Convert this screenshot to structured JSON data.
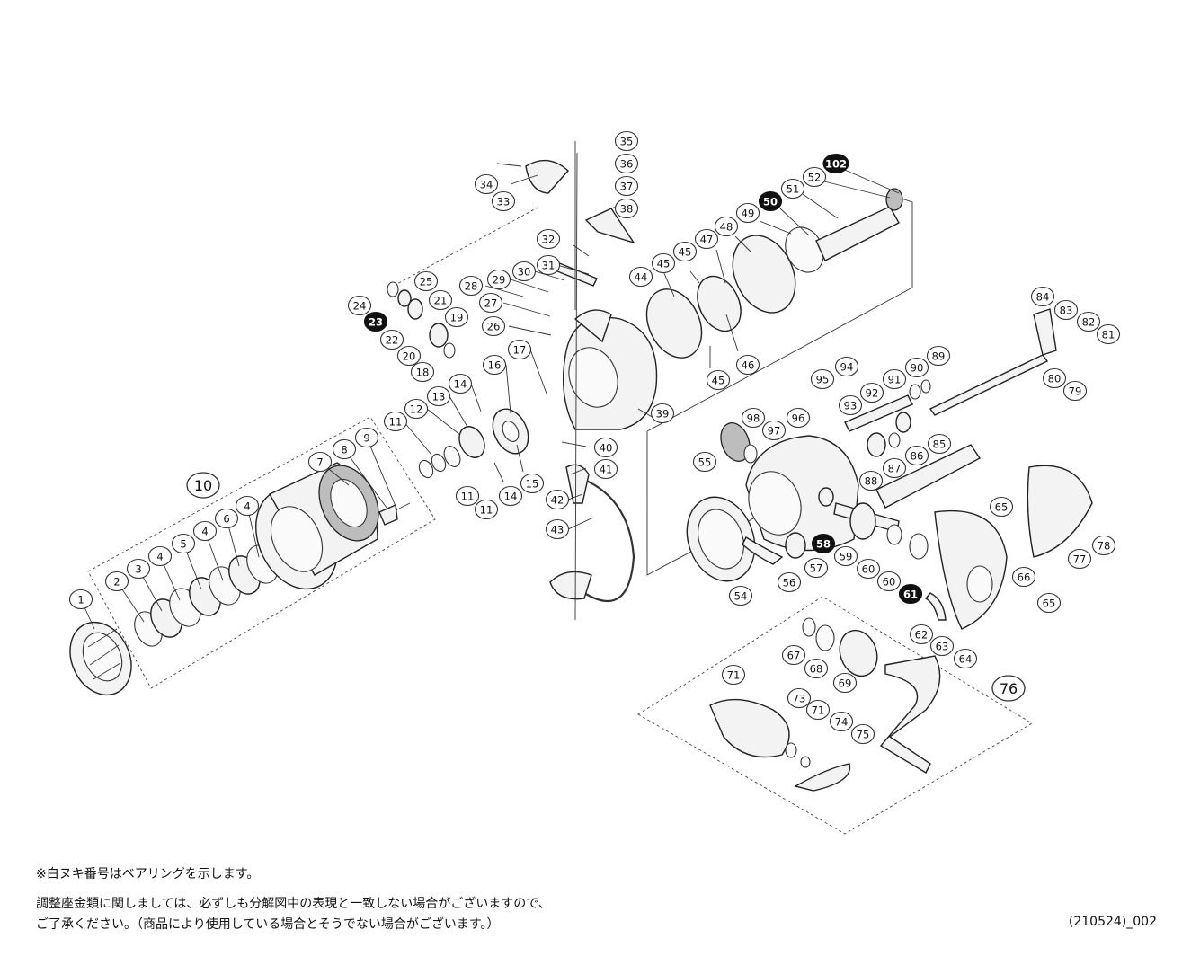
{
  "footer": {
    "note_bearing": "※白ヌキ番号はベアリングを示します。",
    "note_line1": "調整座金類に関しましては、必ずしも分解図中の表現と一致しない場合がございますので、",
    "note_line2": "ご了承ください。（商品により使用している場合とそうでない場合がございます。）",
    "doc_code": "(210524)_002"
  },
  "groups": [
    "10",
    "76"
  ],
  "parts": [
    "1",
    "2",
    "3",
    "4",
    "5",
    "6",
    "7",
    "8",
    "9",
    "11",
    "12",
    "13",
    "14",
    "15",
    "16",
    "17",
    "18",
    "19",
    "20",
    "21",
    "22",
    "23",
    "24",
    "25",
    "26",
    "27",
    "28",
    "29",
    "30",
    "31",
    "32",
    "33",
    "34",
    "35",
    "36",
    "37",
    "38",
    "39",
    "40",
    "41",
    "42",
    "43",
    "44",
    "45",
    "46",
    "47",
    "48",
    "49",
    "50",
    "51",
    "52",
    "54",
    "55",
    "56",
    "57",
    "58",
    "59",
    "60",
    "61",
    "62",
    "63",
    "64",
    "65",
    "66",
    "67",
    "68",
    "69",
    "71",
    "73",
    "74",
    "75",
    "77",
    "78",
    "79",
    "80",
    "81",
    "82",
    "83",
    "84",
    "85",
    "86",
    "87",
    "88",
    "89",
    "90",
    "91",
    "92",
    "93",
    "94",
    "95",
    "96",
    "97",
    "98",
    "102"
  ],
  "bearing_parts": [
    "23",
    "50",
    "58",
    "61",
    "102"
  ]
}
